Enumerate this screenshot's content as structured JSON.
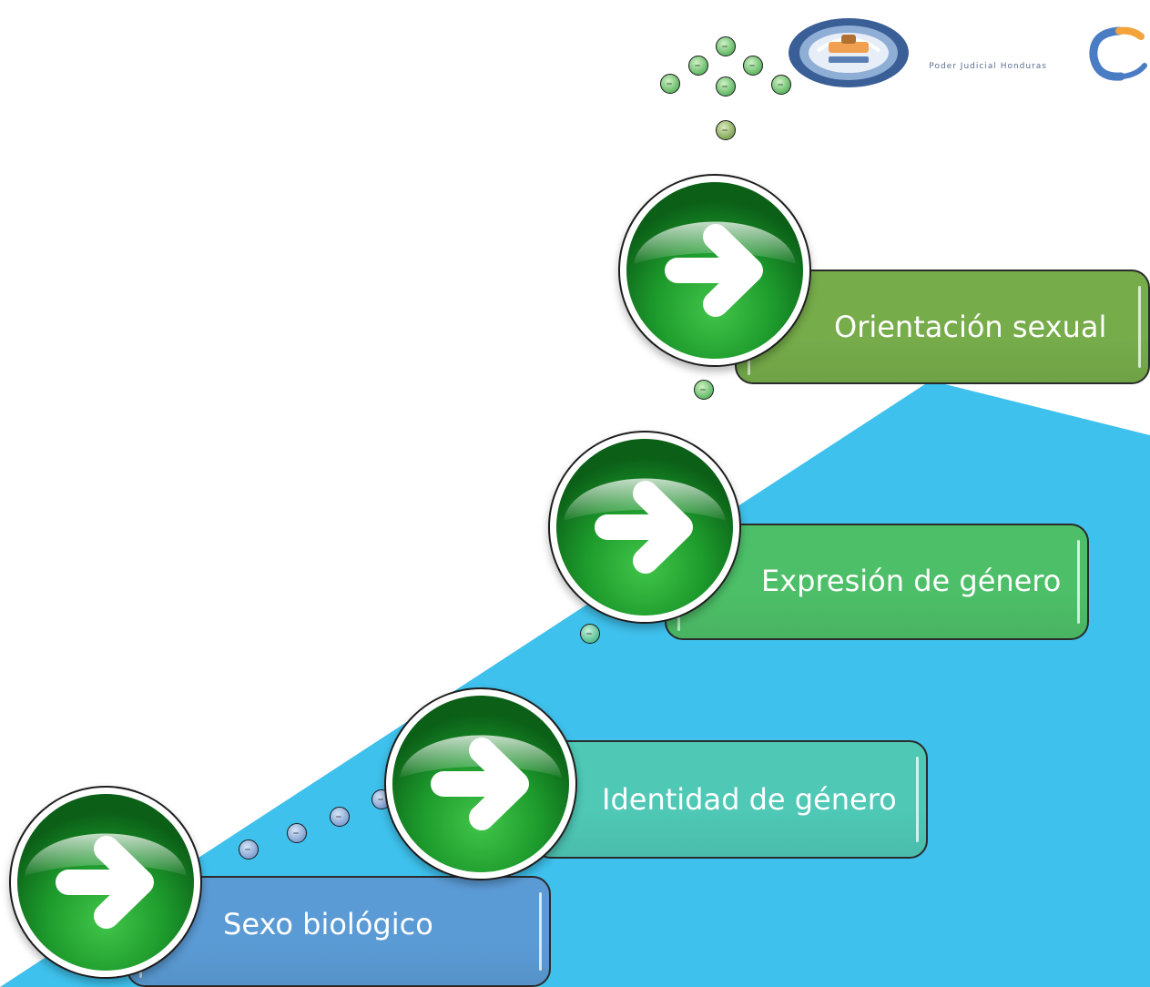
{
  "steps": [
    {
      "label": "Sexo biológico",
      "color": "#5b9bd5"
    },
    {
      "label": "Identidad de género",
      "color": "#4fc8b6"
    },
    {
      "label": "Expresión de género",
      "color": "#4dbf68"
    },
    {
      "label": "Orientación sexual",
      "color": "#76ac4a"
    }
  ],
  "background_color": "#3ec1ec",
  "icons": {
    "step_button": "arrow-right-icon"
  },
  "logo": {
    "text": "Poder Judicial Honduras"
  }
}
